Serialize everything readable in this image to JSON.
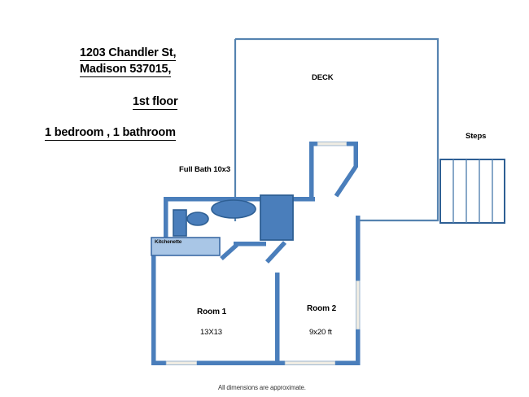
{
  "document": {
    "type": "floor-plan",
    "address_line_1": "1203 Chandler St,",
    "address_line_2": "Madison 537015,",
    "floor": "1st floor",
    "summary": "1 bedroom , 1 bathroom",
    "footnote": "All dimensions are approximate."
  },
  "labels": {
    "deck": "DECK",
    "steps": "Steps",
    "full_bath": "Full Bath 10x3",
    "kitchenette": "Kitchenette"
  },
  "rooms": [
    {
      "name": "Room 1",
      "dimensions": "13X13"
    },
    {
      "name": "Room 2",
      "dimensions": "9x20 ft"
    }
  ],
  "colors": {
    "wall": "#4a7ebb",
    "wall_stroke": "#3c6ba5",
    "deck_outline": "#5583b0",
    "fixture_fill": "#4a7ebb",
    "fixture_stroke": "#2e5f94",
    "kitchenette_fill": "#a9c6e6",
    "window_gap": "#efece3",
    "text": "#000000"
  }
}
